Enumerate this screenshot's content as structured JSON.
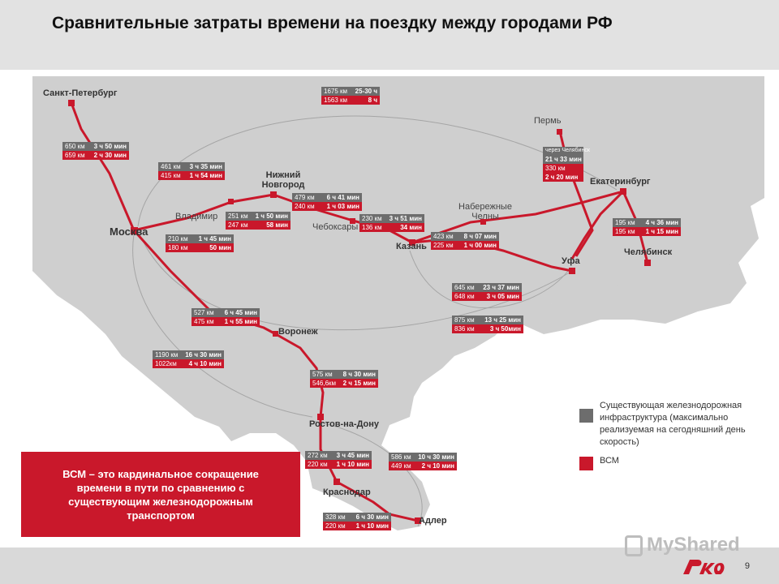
{
  "title": "Сравнительные затраты времени на поездку между городами РФ",
  "page_number": "9",
  "watermark": "MyShared",
  "callout": "ВСМ – это кардинальное сокращение времени в пути по сравнению с существующим железнодорожным транспортом",
  "legend": {
    "existing": "Существующая железнодорожная инфраструктура (максимально реализуемая на сегодняшний день скорость)",
    "hsr": "ВСМ"
  },
  "colors": {
    "existing": "#6d6d6d",
    "hsr": "#c9182b",
    "map": "#cfcfcf"
  },
  "cities": {
    "spb": "Санкт-Петербург",
    "moscow": "Москва",
    "nnov": "Нижний Новгород",
    "vladimir": "Владимир",
    "cheboksary": "Чебоксары",
    "kazan": "Казань",
    "chelny": "Набережные Челны",
    "perm": "Пермь",
    "ekb": "Екатеринбург",
    "ufa": "Уфа",
    "chelyabinsk": "Челябинск",
    "voronezh": "Воронеж",
    "rostov": "Ростов-на-Дону",
    "krasnodar": "Краснодар",
    "adler": "Адлер"
  },
  "routes": {
    "spb_moscow": {
      "ex_km": "650 км",
      "ex_t": "3 ч 50 мин",
      "hs_km": "659 км",
      "hs_t": "2 ч 30 мин"
    },
    "moscow_ekb_far": {
      "ex_km": "1675 км",
      "ex_t": "25-30 ч",
      "hs_km": "1563 км",
      "hs_t": "8 ч"
    },
    "moscow_nnov": {
      "ex_km": "461 км",
      "ex_t": "3 ч 35 мин",
      "hs_km": "415 км",
      "hs_t": "1 ч 54 мин"
    },
    "vladimir_nnov": {
      "ex_km": "251 км",
      "ex_t": "1 ч 50 мин",
      "hs_km": "247 км",
      "hs_t": "58 мин"
    },
    "moscow_vladimir": {
      "ex_km": "210 км",
      "ex_t": "1 ч 45 мин",
      "hs_km": "180 км",
      "hs_t": "50 мин"
    },
    "nnov_cheb": {
      "ex_km": "479 км",
      "ex_t": "6 ч 41 мин",
      "hs_km": "240 км",
      "hs_t": "1 ч 03 мин"
    },
    "cheb_kazan": {
      "ex_km": "230 км",
      "ex_t": "3 ч 51 мин",
      "hs_km": "136 км",
      "hs_t": "34 мин"
    },
    "kazan_ekb": {
      "ex_km": "423 км",
      "ex_t": "8 ч 07 мин",
      "hs_km": "225 км",
      "hs_t": "1 ч 00 мин"
    },
    "perm_ekb": {
      "note": "через Челябинск",
      "ex_t": "21 ч 33 мин",
      "hs_km": "330 км",
      "hs_t": "2 ч 20 мин"
    },
    "ekb_chel": {
      "ex_km": "195 км",
      "ex_t": "4 ч 36 мин",
      "hs_km": "195 км",
      "hs_t": "1 ч 15 мин"
    },
    "kazan_ufa_a": {
      "ex_km": "645 км",
      "ex_t": "23 ч 37 мин",
      "hs_km": "648 км",
      "hs_t": "3 ч 05 мин"
    },
    "kazan_ufa_b": {
      "ex_km": "875 км",
      "ex_t": "13 ч 25 мин",
      "hs_km": "836 км",
      "hs_t": "3 ч 50мин"
    },
    "moscow_voronezh": {
      "ex_km": "527 км",
      "ex_t": "6 ч 45 мин",
      "hs_km": "475 км",
      "hs_t": "1 ч 55 мин"
    },
    "moscow_rostov": {
      "ex_km": "1190 км",
      "ex_t": "16 ч 30 мин",
      "hs_km": "1022км",
      "hs_t": "4 ч 10 мин"
    },
    "voronezh_rostov": {
      "ex_km": "575 км",
      "ex_t": "8 ч 30 мин",
      "hs_km": "546,6км",
      "hs_t": "2 ч 15 мин"
    },
    "rostov_krasnodar": {
      "ex_km": "272 км",
      "ex_t": "3 ч 45 мин",
      "hs_km": "220 км",
      "hs_t": "1 ч 10 мин"
    },
    "rostov_adler": {
      "ex_km": "586 км",
      "ex_t": "10 ч 30 мин",
      "hs_km": "449 км",
      "hs_t": "2 ч 10 мин"
    },
    "krasnodar_adler": {
      "ex_km": "328 км",
      "ex_t": "6 ч 30 мин",
      "hs_km": "220 км",
      "hs_t": "1 ч 10 мин"
    }
  }
}
